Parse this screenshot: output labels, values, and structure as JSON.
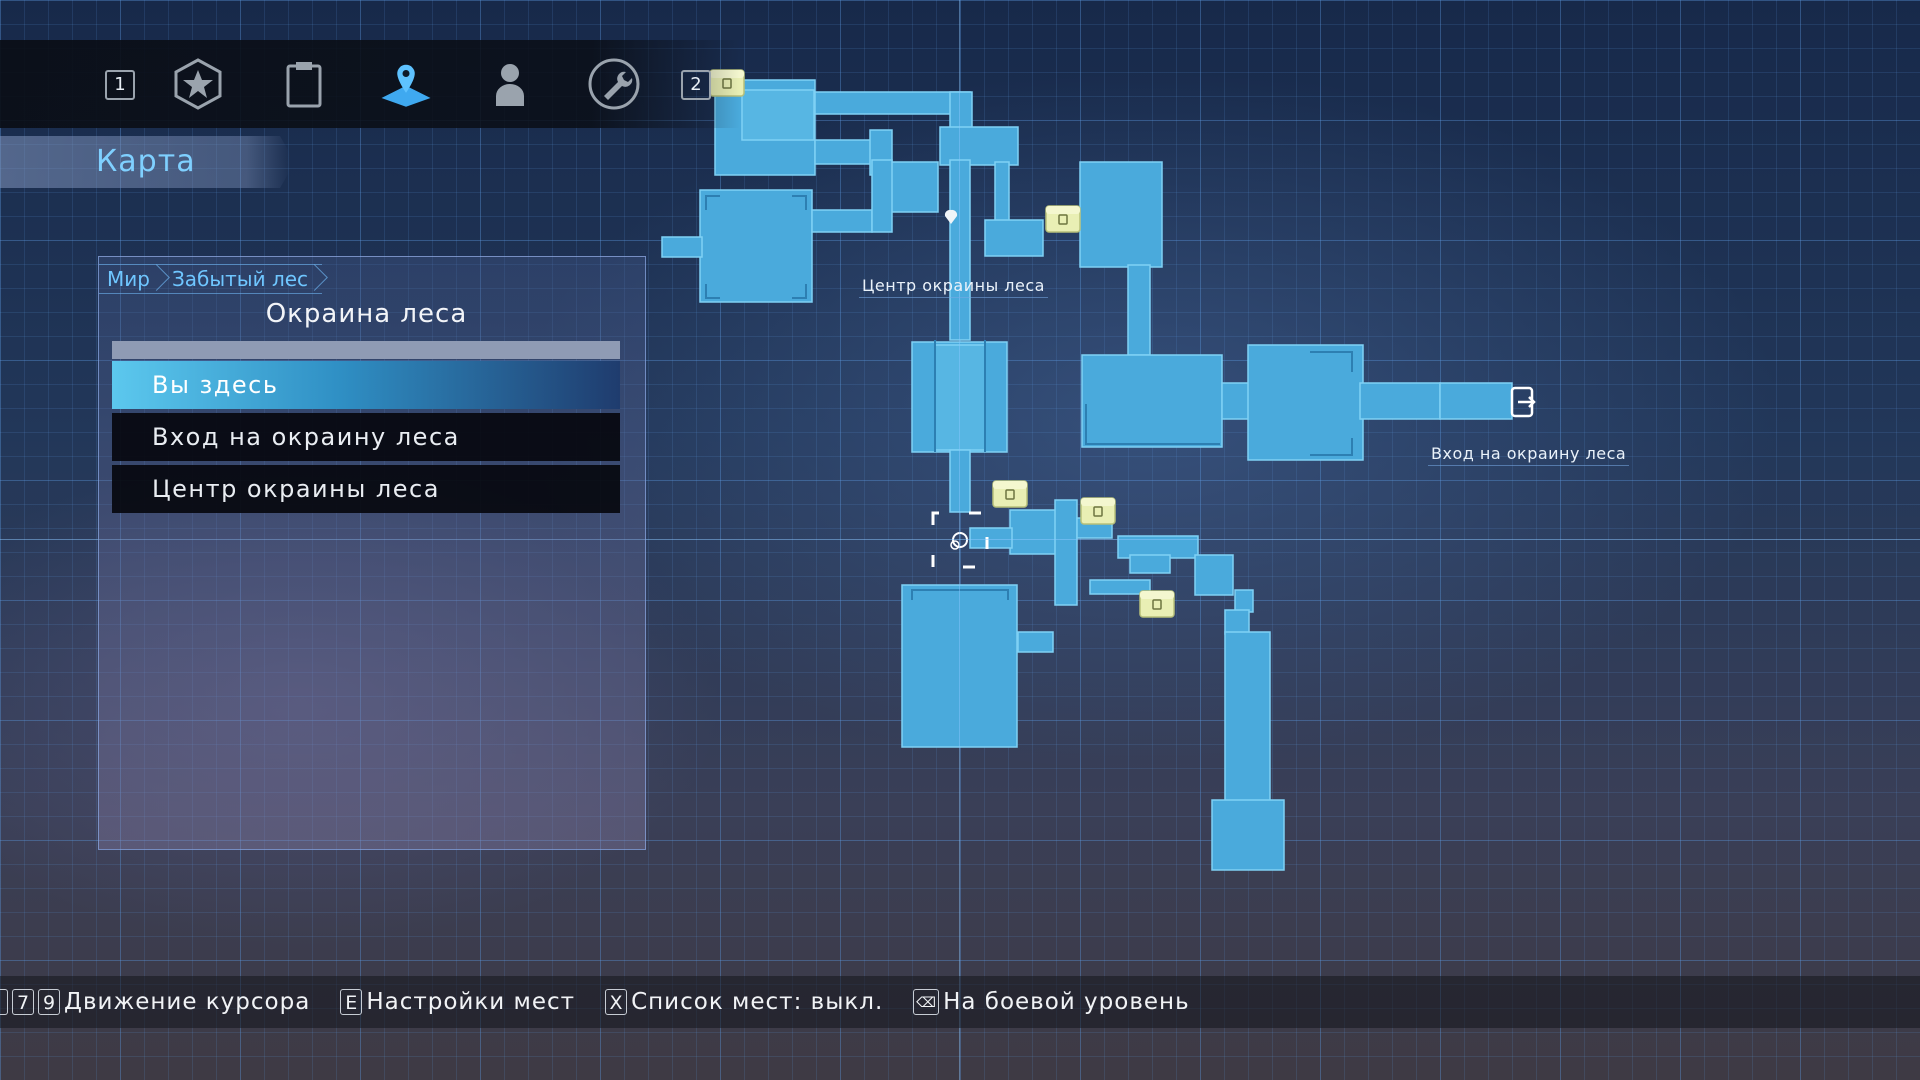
{
  "header": {
    "tabs": [
      {
        "name": "emblem",
        "icon": "star-emblem-icon"
      },
      {
        "name": "quests",
        "icon": "clipboard-icon"
      },
      {
        "name": "map",
        "icon": "map-pin-icon",
        "active": true
      },
      {
        "name": "character",
        "icon": "person-icon"
      },
      {
        "name": "settings",
        "icon": "wrench-icon"
      }
    ],
    "prev_key": "1",
    "next_key": "2"
  },
  "page_title": "Карта",
  "panel": {
    "breadcrumb": [
      "Мир",
      "Забытый лес"
    ],
    "region_title": "Окраина леса",
    "locations": [
      {
        "label": "Вы здесь",
        "selected": true
      },
      {
        "label": "Вход на окраину леса",
        "selected": false
      },
      {
        "label": "Центр окраины леса",
        "selected": false
      }
    ]
  },
  "map": {
    "labels": {
      "center": "Центр окраины леса",
      "entrance": "Вход на окраину леса"
    },
    "chest_count": 5,
    "colors": {
      "room": "#4aaadc",
      "room_edge": "#7fd1f5",
      "chest": "#e9efb4",
      "accent": "#5ab8f0"
    }
  },
  "footer": {
    "hints": [
      {
        "keys": [
          "",
          "7",
          "9"
        ],
        "text": "Движение курсора"
      },
      {
        "keys": [
          "E"
        ],
        "text": "Настройки мест"
      },
      {
        "keys": [
          "X"
        ],
        "text": "Список мест: выкл."
      },
      {
        "keys": [
          "⌫"
        ],
        "text": "На боевой уровень"
      }
    ]
  }
}
